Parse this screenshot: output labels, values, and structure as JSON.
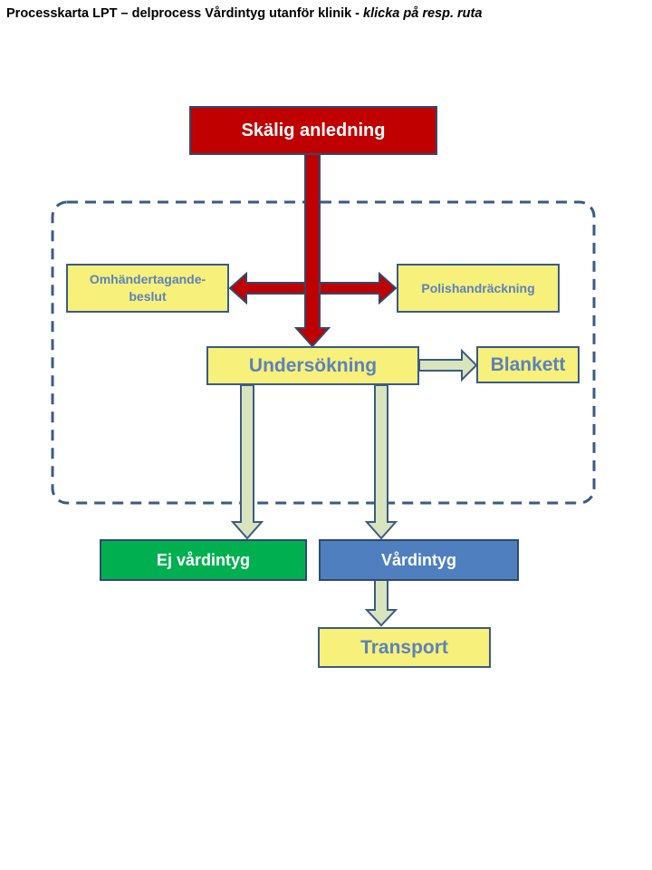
{
  "header": {
    "title_main": "Processkarta LPT – delprocess Vårdintyg utanför klinik - ",
    "title_hint": "klicka på resp. ruta"
  },
  "boxes": {
    "skalig": "Skälig anledning",
    "omhand": "Omhändertagande-beslut",
    "polis": "Polishandräckning",
    "undersokning": "Undersökning",
    "blankett": "Blankett",
    "ej_vardintyg": "Ej vårdintyg",
    "vardintyg": "Vårdintyg",
    "transport": "Transport"
  },
  "colors": {
    "red": "#c00000",
    "yellow": "#f7f07a",
    "green": "#00b050",
    "blue": "#4f7fbe",
    "pale_arrow": "#d8e4bc",
    "outline": "#3a5b85"
  }
}
